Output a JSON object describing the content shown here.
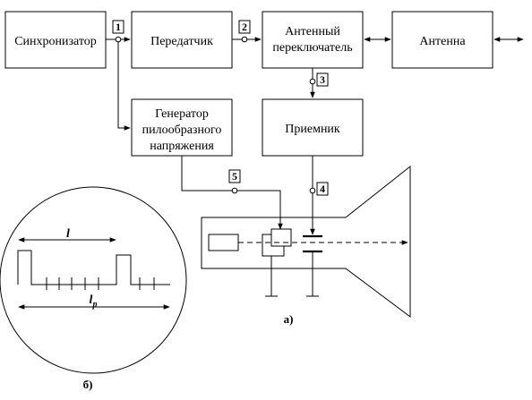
{
  "diagram": {
    "blocks": {
      "sync": "Синхронизатор",
      "transmitter": "Передатчик",
      "antenna_switch": [
        "Антенный",
        "переключатель"
      ],
      "antenna": "Антенна",
      "sawtooth_generator": [
        "Генератор",
        "пилообразного",
        "напряжения"
      ],
      "receiver": "Приемник"
    },
    "points": [
      "1",
      "2",
      "3",
      "4",
      "5"
    ],
    "captions": {
      "a": "а)",
      "b": "б)"
    },
    "scope": {
      "l_label": "l",
      "lr_label": "l",
      "lr_sub": "р"
    }
  }
}
